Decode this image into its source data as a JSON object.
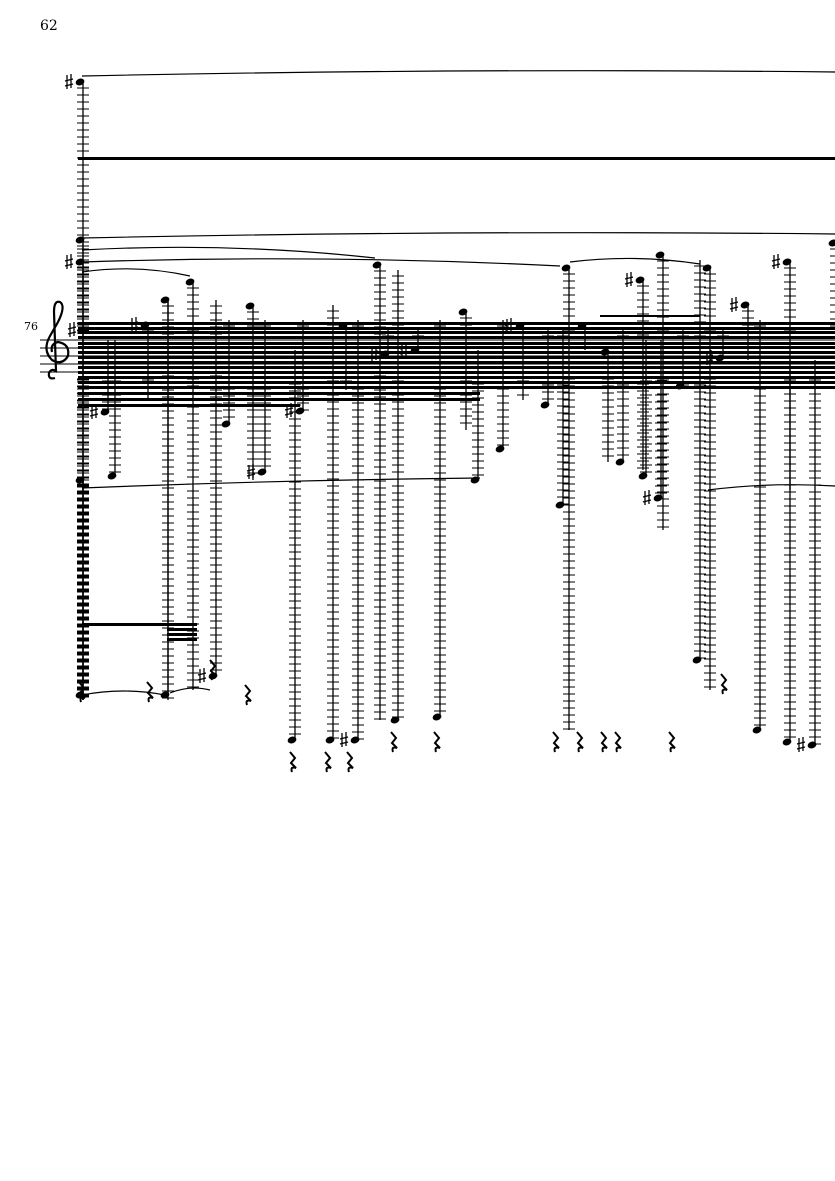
{
  "page": {
    "page_number": "62",
    "measure_number": "76"
  },
  "score": {
    "clef": "treble-clef",
    "key_signature": "one-sharp",
    "ink_color": "#000000"
  }
}
